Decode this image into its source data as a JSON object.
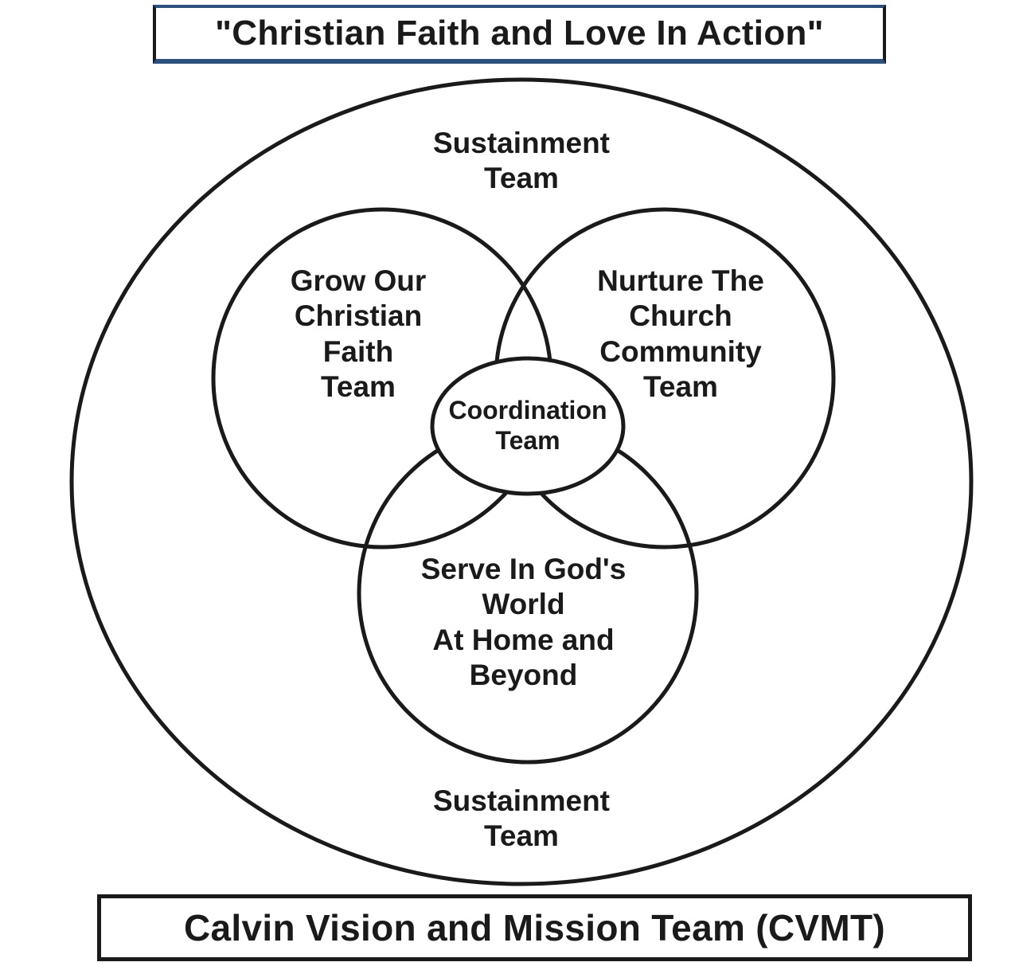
{
  "title": "\"Christian Faith and Love In Action\"",
  "footer": "Calvin Vision and Mission Team (CVMT)",
  "sustainment_top": [
    "Sustainment",
    "Team"
  ],
  "sustainment_bottom": [
    "Sustainment",
    "Team"
  ],
  "grow": [
    "Grow Our",
    "Christian",
    "Faith",
    "Team"
  ],
  "nurture": [
    "Nurture The",
    "Church",
    "Community",
    "Team"
  ],
  "serve": [
    "Serve In God's",
    "World",
    "At Home and",
    "Beyond"
  ],
  "coordination": [
    "Coordination",
    "Team"
  ]
}
